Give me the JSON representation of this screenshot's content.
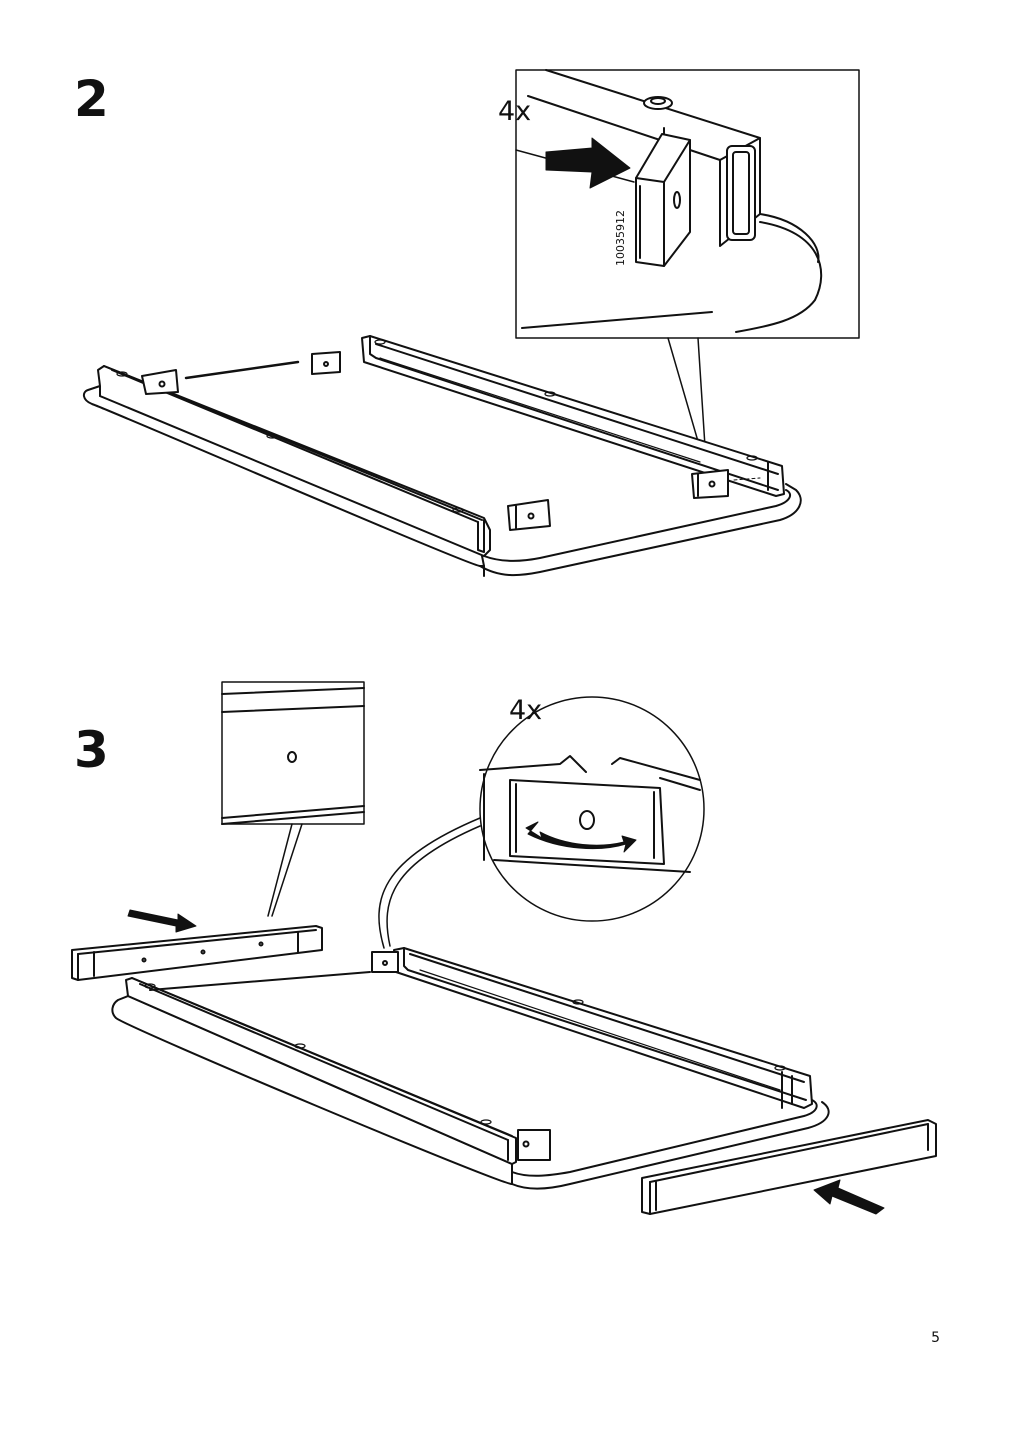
{
  "steps": [
    {
      "number": "2",
      "quantity": "4x",
      "part_number": "10035912"
    },
    {
      "number": "3",
      "quantity": "4x"
    }
  ],
  "page": {
    "number": "5"
  }
}
